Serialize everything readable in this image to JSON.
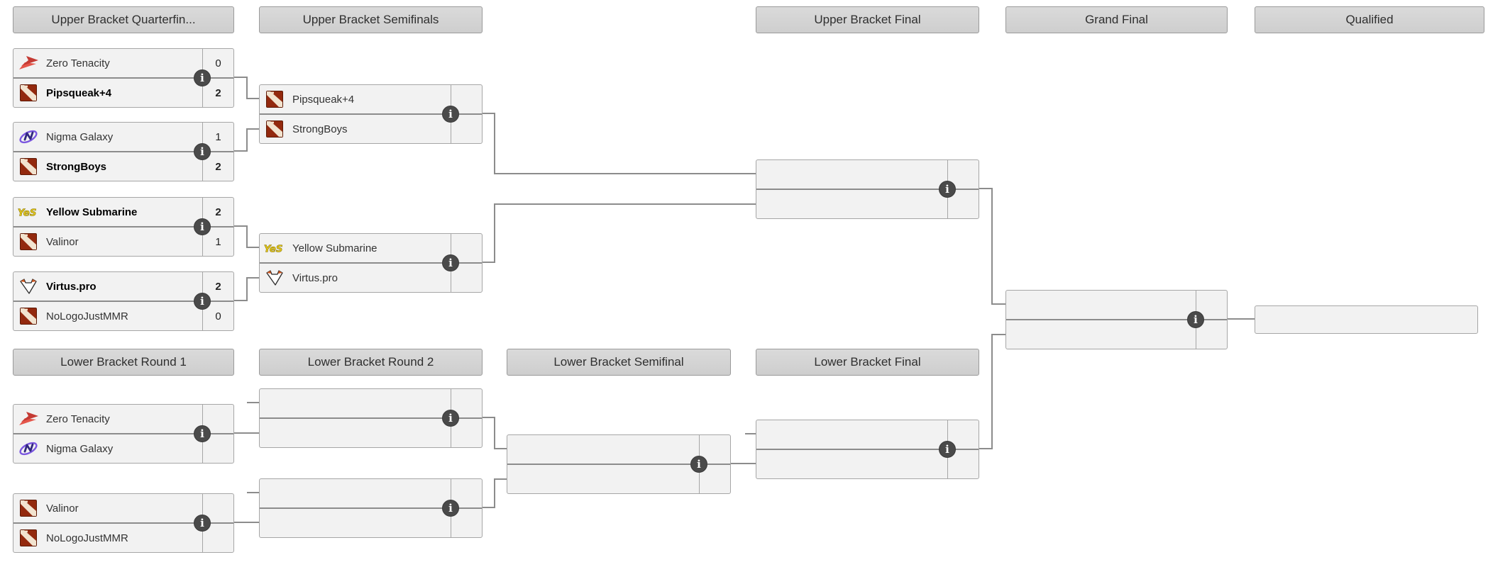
{
  "colors": {
    "header_bg": "#d5d5d5",
    "row_bg": "#f2f2f2",
    "box_border": "#a6a6a6",
    "connector": "#8c8c8c",
    "info_icon_bg": "#4a4a4a",
    "dota2_red": "#93290e",
    "zero_tenacity_red": "#d9453c",
    "nigma_purple": "#6b4fd8",
    "yellow_submarine_yellow": "#e7cb1f",
    "virtus_pro_orange": "#d2571e"
  },
  "info_icon_glyph": "i",
  "headers": {
    "ub_qf": "Upper Bracket Quarterfin...",
    "ub_sf": "Upper Bracket Semifinals",
    "ub_final": "Upper Bracket Final",
    "grand_final": "Grand Final",
    "qualified": "Qualified",
    "lb_r1": "Lower Bracket Round 1",
    "lb_r2": "Lower Bracket Round 2",
    "lb_sf": "Lower Bracket Semifinal",
    "lb_final": "Lower Bracket Final"
  },
  "ub_qf": [
    {
      "top": {
        "name": "Zero Tenacity",
        "score": "0",
        "logo": "zero-tenacity",
        "logo_href": "#zero-tenacity",
        "winner": false
      },
      "bottom": {
        "name": "Pipsqueak+4",
        "score": "2",
        "logo": "dota2",
        "logo_href": "#dota2",
        "winner": true
      }
    },
    {
      "top": {
        "name": "Nigma Galaxy",
        "score": "1",
        "logo": "nigma-galaxy",
        "logo_href": "#nigma-galaxy",
        "winner": false
      },
      "bottom": {
        "name": "StrongBoys",
        "score": "2",
        "logo": "dota2",
        "logo_href": "#dota2",
        "winner": true
      }
    },
    {
      "top": {
        "name": "Yellow Submarine",
        "score": "2",
        "logo": "yellow-submarine",
        "logo_href": "#yellow-submarine",
        "winner": true
      },
      "bottom": {
        "name": "Valinor",
        "score": "1",
        "logo": "dota2",
        "logo_href": "#dota2",
        "winner": false
      }
    },
    {
      "top": {
        "name": "Virtus.pro",
        "score": "2",
        "logo": "virtus-pro",
        "logo_href": "#virtus-pro",
        "winner": true
      },
      "bottom": {
        "name": "NoLogoJustMMR",
        "score": "0",
        "logo": "dota2",
        "logo_href": "#dota2",
        "winner": false
      }
    }
  ],
  "ub_sf": [
    {
      "top": {
        "name": "Pipsqueak+4",
        "score": "",
        "logo": "dota2",
        "logo_href": "#dota2"
      },
      "bottom": {
        "name": "StrongBoys",
        "score": "",
        "logo": "dota2",
        "logo_href": "#dota2"
      }
    },
    {
      "top": {
        "name": "Yellow Submarine",
        "score": "",
        "logo": "yellow-submarine",
        "logo_href": "#yellow-submarine"
      },
      "bottom": {
        "name": "Virtus.pro",
        "score": "",
        "logo": "virtus-pro",
        "logo_href": "#virtus-pro"
      }
    }
  ],
  "ub_final": {
    "top": {
      "name": "",
      "score": ""
    },
    "bottom": {
      "name": "",
      "score": ""
    }
  },
  "grand_final": {
    "top": {
      "name": "",
      "score": ""
    },
    "bottom": {
      "name": "",
      "score": ""
    }
  },
  "qualified": {
    "name": ""
  },
  "lb_r1": [
    {
      "top": {
        "name": "Zero Tenacity",
        "score": "",
        "logo": "zero-tenacity",
        "logo_href": "#zero-tenacity"
      },
      "bottom": {
        "name": "Nigma Galaxy",
        "score": "",
        "logo": "nigma-galaxy",
        "logo_href": "#nigma-galaxy"
      }
    },
    {
      "top": {
        "name": "Valinor",
        "score": "",
        "logo": "dota2",
        "logo_href": "#dota2"
      },
      "bottom": {
        "name": "NoLogoJustMMR",
        "score": "",
        "logo": "dota2",
        "logo_href": "#dota2"
      }
    }
  ],
  "lb_r2": [
    {
      "top": {
        "name": "",
        "score": ""
      },
      "bottom": {
        "name": "",
        "score": ""
      }
    },
    {
      "top": {
        "name": "",
        "score": ""
      },
      "bottom": {
        "name": "",
        "score": ""
      }
    }
  ],
  "lb_sf": {
    "top": {
      "name": "",
      "score": ""
    },
    "bottom": {
      "name": "",
      "score": ""
    }
  },
  "lb_final": {
    "top": {
      "name": "",
      "score": ""
    },
    "bottom": {
      "name": "",
      "score": ""
    }
  }
}
